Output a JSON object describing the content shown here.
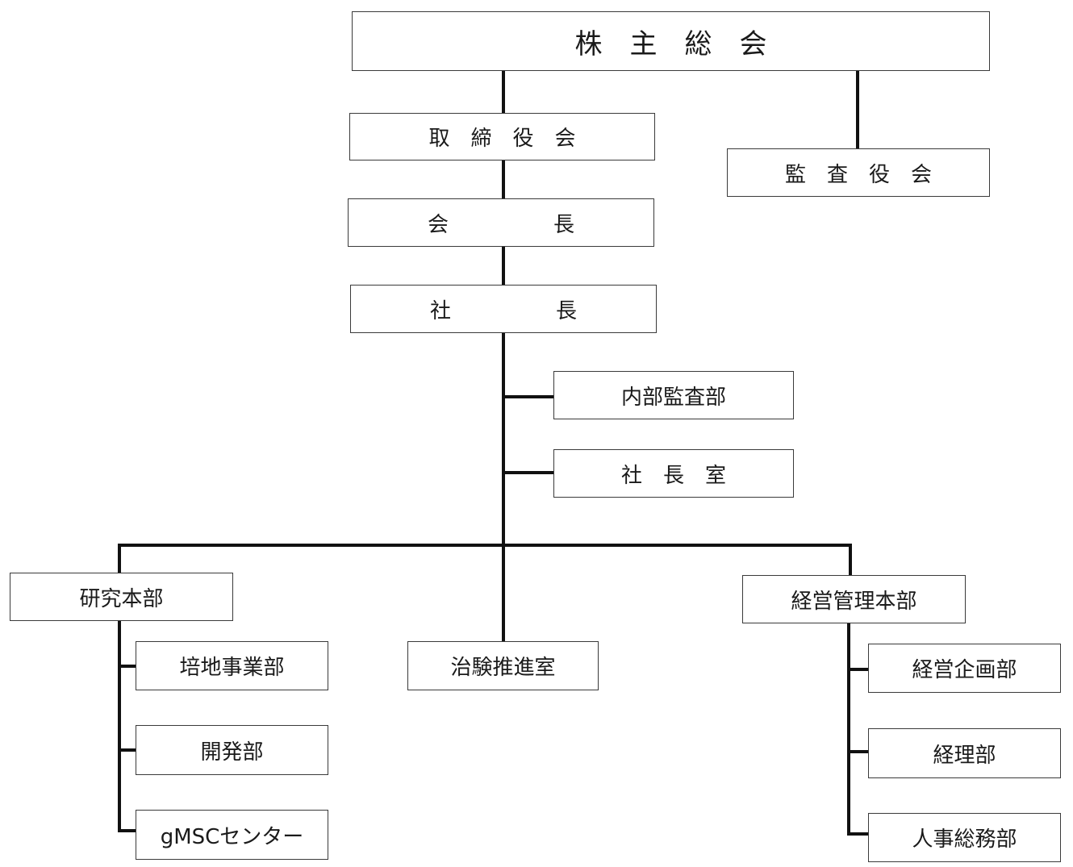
{
  "org_chart": {
    "shareholders_meeting": "株　主　総　会",
    "board_of_directors": "取　締　役　会",
    "audit_board": "監　査　役　会",
    "chairman": "会　　　　　長",
    "president": "社　　　　　長",
    "internal_audit": "内部監査部",
    "president_office": "社　長　室",
    "research_hq": "研究本部",
    "culture_medium_business": "培地事業部",
    "development": "開発部",
    "gmsc_center": "gMSCセンター",
    "clinical_trial_office": "治験推進室",
    "management_hq": "経営管理本部",
    "corporate_planning": "経営企画部",
    "accounting": "経理部",
    "hr_general_affairs": "人事総務部"
  }
}
